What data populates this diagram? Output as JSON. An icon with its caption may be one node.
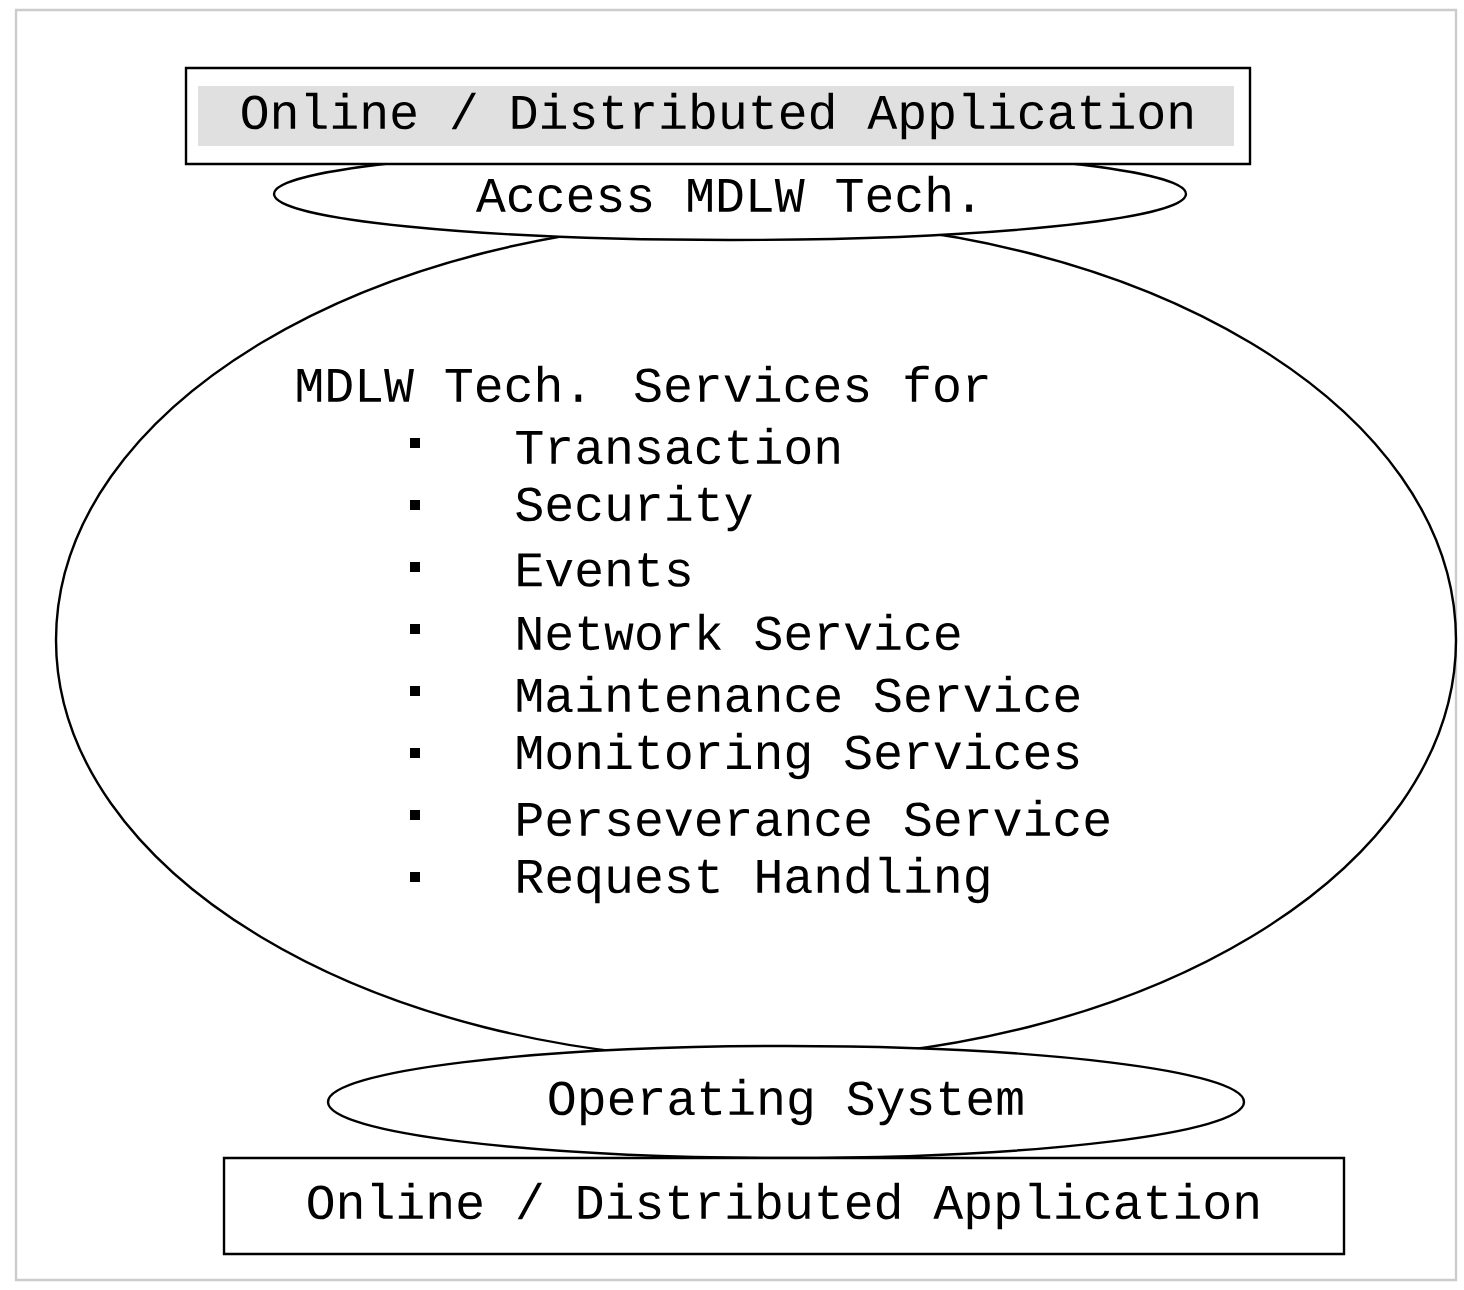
{
  "diagram": {
    "nodes": [
      {
        "text": [
          "Online / Distributed Application"
        ]
      },
      {
        "text": [
          "Access MDLW Tech."
        ]
      },
      {
        "text": [
          "MDLW Tech. Services for",
          "Transaction",
          "Security",
          "Events",
          "Network Service",
          "Maintenance Service",
          "Monitoring Services",
          "Perseverance Service",
          "Request Handling"
        ]
      },
      {
        "text": [
          "Operating System"
        ]
      },
      {
        "text": [
          "Online / Distributed Application"
        ]
      }
    ]
  }
}
